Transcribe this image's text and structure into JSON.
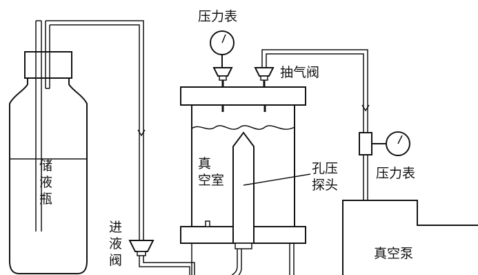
{
  "labels": {
    "pressure_gauge_top": "压力表",
    "exhaust_valve": "抽气阀",
    "storage_bottle": [
      "储",
      "液",
      "瓶"
    ],
    "vacuum_chamber": [
      "真",
      "空室"
    ],
    "pore_pressure_probe": [
      "孔压",
      "探头"
    ],
    "pressure_gauge_right": "压力表",
    "inlet_valve": [
      "进",
      "液",
      "阀"
    ],
    "vacuum_pump": "真空泵"
  }
}
